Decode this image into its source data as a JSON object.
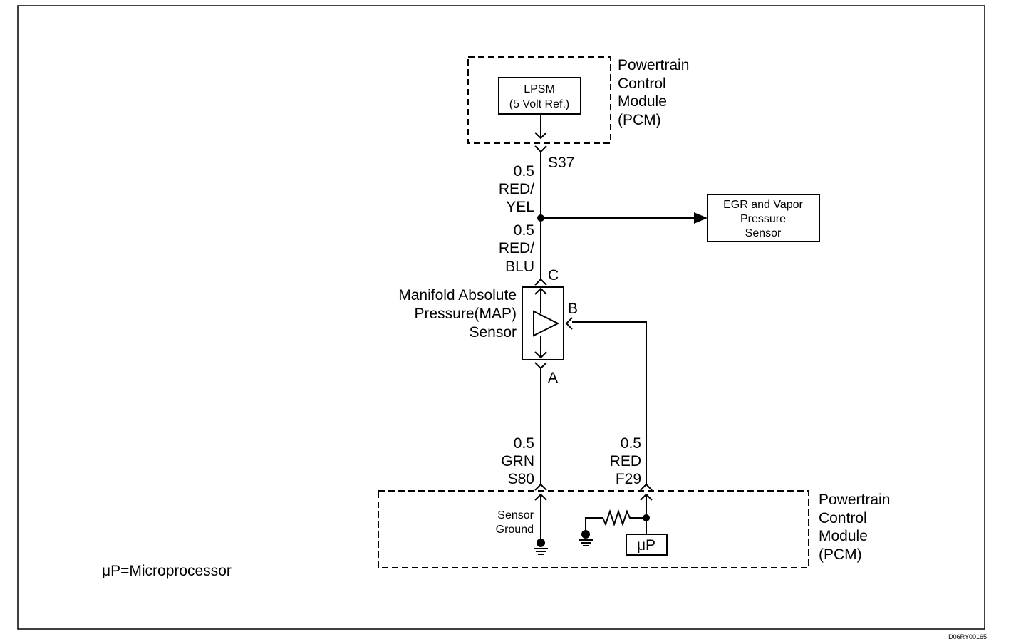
{
  "top_module": {
    "label_lines": [
      "Powertrain",
      "Control",
      "Module",
      "(PCM)"
    ],
    "lpsm_lines": [
      "LPSM",
      "(5 Volt Ref.)"
    ],
    "connector": "S37"
  },
  "wire_upper": {
    "lines": [
      "0.5",
      "RED/",
      "YEL"
    ]
  },
  "wire_lower": {
    "lines": [
      "0.5",
      "RED/",
      "BLU"
    ]
  },
  "egr_sensor": {
    "lines": [
      "EGR and Vapor",
      "Pressure",
      "Sensor"
    ]
  },
  "map_sensor": {
    "label_lines": [
      "Manifold Absolute",
      "Pressure(MAP)",
      "Sensor"
    ],
    "pin_c": "C",
    "pin_b": "B",
    "pin_a": "A"
  },
  "wire_ground": {
    "lines": [
      "0.5",
      "GRN",
      "S80"
    ]
  },
  "wire_signal": {
    "lines": [
      "0.5",
      "RED",
      "F29"
    ]
  },
  "bottom_module": {
    "label_lines": [
      "Powertrain",
      "Control",
      "Module",
      "(PCM)"
    ],
    "sensor_ground_lines": [
      "Sensor",
      "Ground"
    ],
    "microprocessor_box": "μP"
  },
  "legend": {
    "text": "μP=Microprocessor"
  },
  "figure_code": "D06RY00165"
}
